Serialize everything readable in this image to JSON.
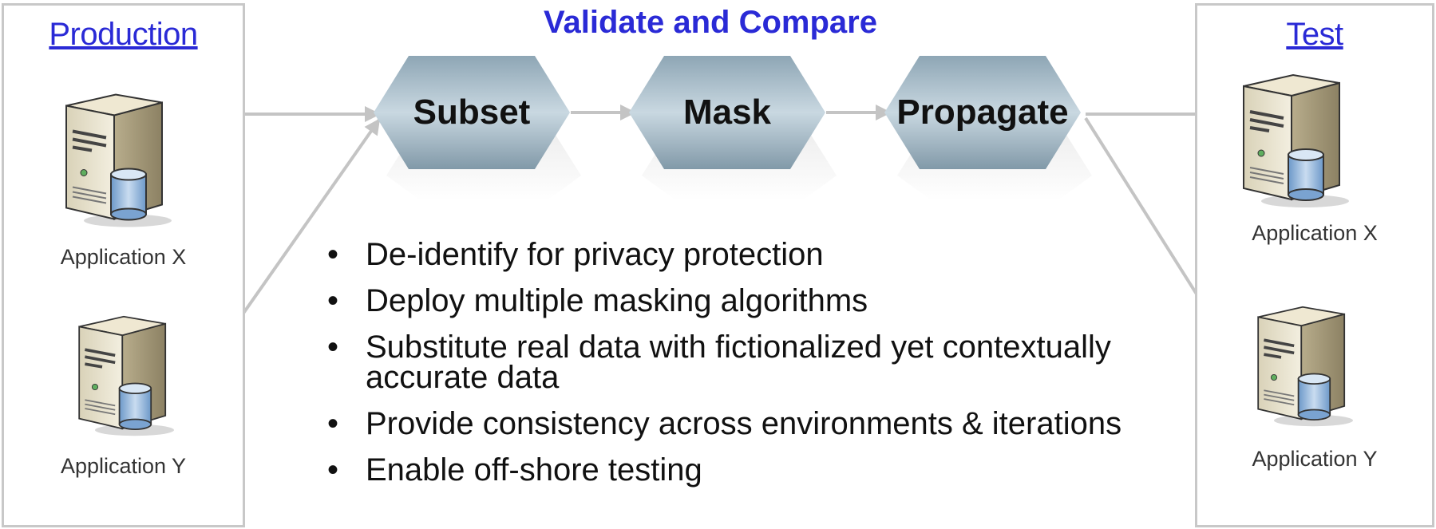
{
  "title": "Validate and Compare",
  "production": {
    "title": "Production",
    "servers": [
      "Application X",
      "Application Y"
    ]
  },
  "test": {
    "title": "Test",
    "servers": [
      "Application X",
      "Application Y"
    ]
  },
  "steps": [
    "Subset",
    "Mask",
    "Propagate"
  ],
  "bullets": [
    "De-identify for privacy protection",
    "Deploy multiple masking algorithms",
    "Substitute real data with fictionalized yet contextually accurate data",
    "Provide consistency across environments & iterations",
    "Enable off-shore testing"
  ],
  "colors": {
    "accent": "#2a2ad6",
    "hexagon": "#a9bfcc",
    "arrow": "#c4c4c4",
    "panel_border": "#c8c8c8"
  }
}
